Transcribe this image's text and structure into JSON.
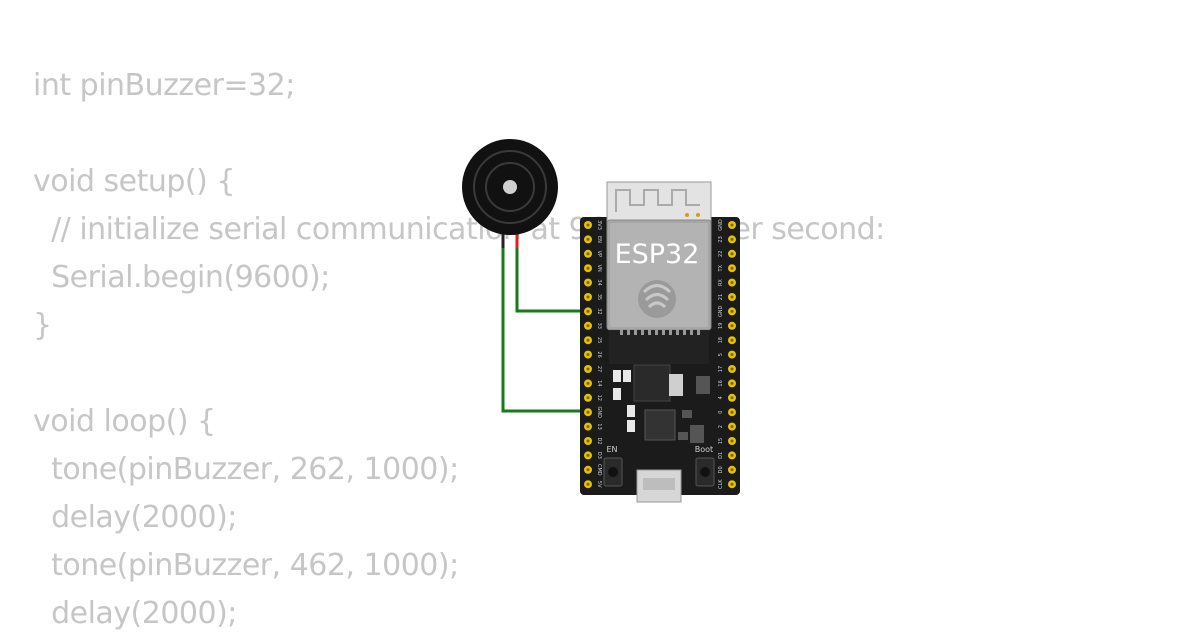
{
  "code": {
    "lines": [
      "int pinBuzzer=32;",
      "",
      "void setup() {",
      "  // initialize serial communication at 9600 bits per second:",
      "  Serial.begin(9600);",
      "}",
      "",
      "void loop() {",
      "  tone(pinBuzzer, 262, 1000);",
      "  delay(2000);",
      "  tone(pinBuzzer, 462, 1000);",
      "  delay(2000);"
    ]
  },
  "board": {
    "title": "ESP32",
    "left_pins": [
      "3V3",
      "EN",
      "VP",
      "VN",
      "34",
      "35",
      "32",
      "33",
      "25",
      "26",
      "27",
      "14",
      "12",
      "GND",
      "13",
      "D2",
      "D3",
      "CMD",
      "5V"
    ],
    "right_pins": [
      "GND",
      "23",
      "22",
      "TX",
      "RX",
      "21",
      "GND",
      "19",
      "18",
      "5",
      "17",
      "16",
      "4",
      "0",
      "2",
      "15",
      "D1",
      "D0",
      "CLK"
    ],
    "en_label": "EN",
    "boot_label": "Boot",
    "wifi_icon": "espressif-logo-icon"
  },
  "buzzer": {
    "icon": "piezo-buzzer-icon"
  },
  "wires": {
    "color": "#1a7a1a",
    "signal_color": "#e02020"
  }
}
